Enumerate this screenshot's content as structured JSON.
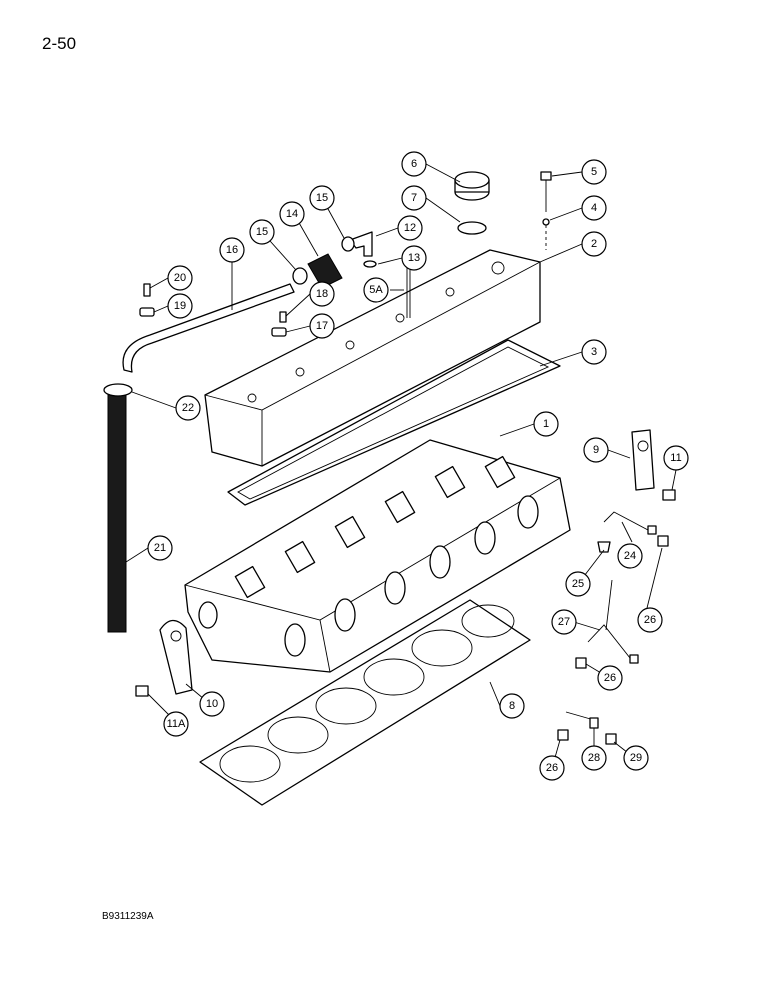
{
  "page": {
    "number": "2-50",
    "figure_code": "B9311239A"
  },
  "callouts": [
    {
      "id": "c1",
      "label": "1"
    },
    {
      "id": "c2",
      "label": "2"
    },
    {
      "id": "c3",
      "label": "3"
    },
    {
      "id": "c4",
      "label": "4"
    },
    {
      "id": "c5",
      "label": "5"
    },
    {
      "id": "c5a",
      "label": "5A"
    },
    {
      "id": "c6",
      "label": "6"
    },
    {
      "id": "c7",
      "label": "7"
    },
    {
      "id": "c8",
      "label": "8"
    },
    {
      "id": "c9",
      "label": "9"
    },
    {
      "id": "c10",
      "label": "10"
    },
    {
      "id": "c11",
      "label": "11"
    },
    {
      "id": "c11a",
      "label": "11A"
    },
    {
      "id": "c12",
      "label": "12"
    },
    {
      "id": "c13",
      "label": "13"
    },
    {
      "id": "c14",
      "label": "14"
    },
    {
      "id": "c15a",
      "label": "15"
    },
    {
      "id": "c15b",
      "label": "15"
    },
    {
      "id": "c16",
      "label": "16"
    },
    {
      "id": "c17",
      "label": "17"
    },
    {
      "id": "c18",
      "label": "18"
    },
    {
      "id": "c19",
      "label": "19"
    },
    {
      "id": "c20",
      "label": "20"
    },
    {
      "id": "c21",
      "label": "21"
    },
    {
      "id": "c22",
      "label": "22"
    },
    {
      "id": "c24",
      "label": "24"
    },
    {
      "id": "c25",
      "label": "25"
    },
    {
      "id": "c26a",
      "label": "26"
    },
    {
      "id": "c26b",
      "label": "26"
    },
    {
      "id": "c26c",
      "label": "26"
    },
    {
      "id": "c27",
      "label": "27"
    },
    {
      "id": "c28",
      "label": "28"
    },
    {
      "id": "c29",
      "label": "29"
    }
  ]
}
